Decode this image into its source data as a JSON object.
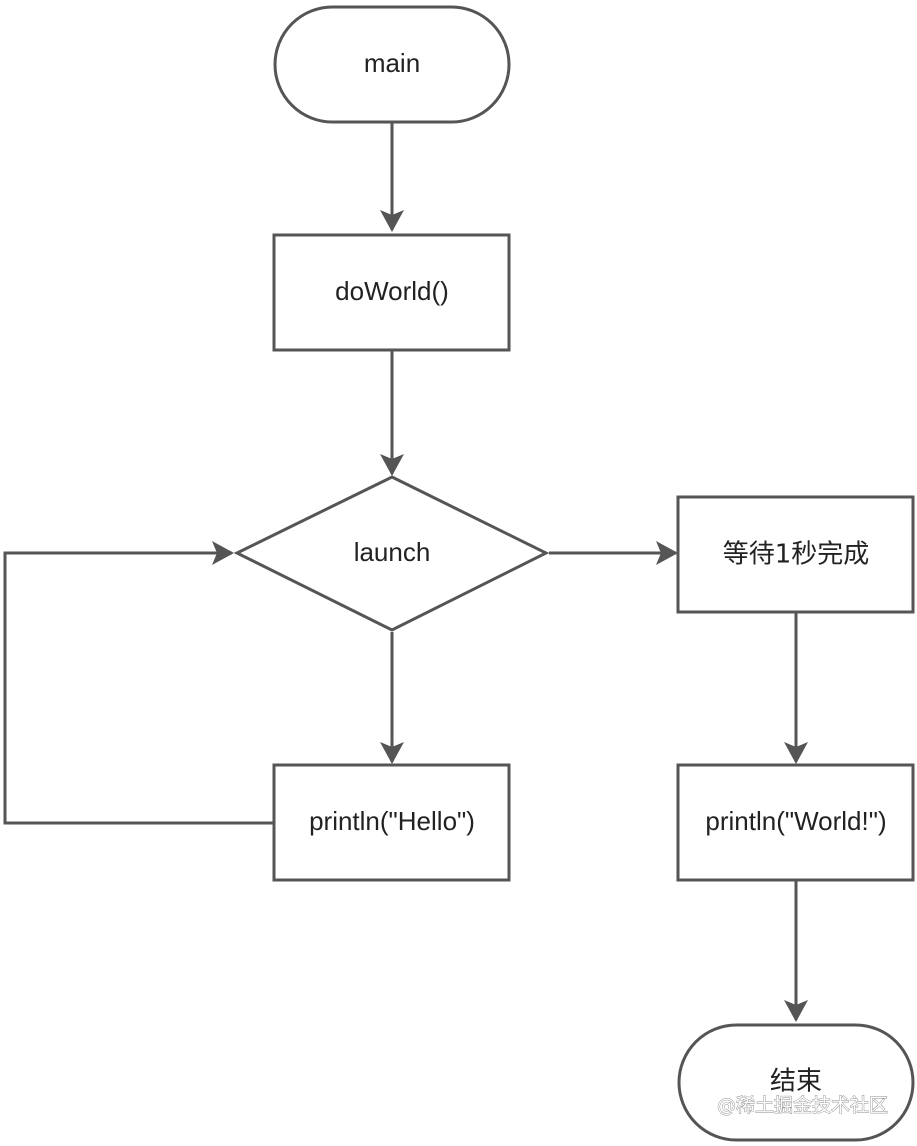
{
  "diagram": {
    "nodes": {
      "main": "main",
      "do_world": "doWorld()",
      "launch": "launch",
      "wait": "等待1秒完成",
      "print_hello": "println(\"Hello\")",
      "print_world": "println(\"World!\")",
      "end": "结束"
    },
    "edges": [
      {
        "from": "main",
        "to": "do_world"
      },
      {
        "from": "do_world",
        "to": "launch"
      },
      {
        "from": "launch",
        "to": "print_hello"
      },
      {
        "from": "print_hello",
        "to": "launch"
      },
      {
        "from": "launch",
        "to": "wait"
      },
      {
        "from": "wait",
        "to": "print_world"
      },
      {
        "from": "print_world",
        "to": "end"
      }
    ]
  },
  "watermark": "@稀土掘金技术社区",
  "colors": {
    "stroke": "#555555",
    "text": "#222222",
    "background": "#ffffff"
  }
}
